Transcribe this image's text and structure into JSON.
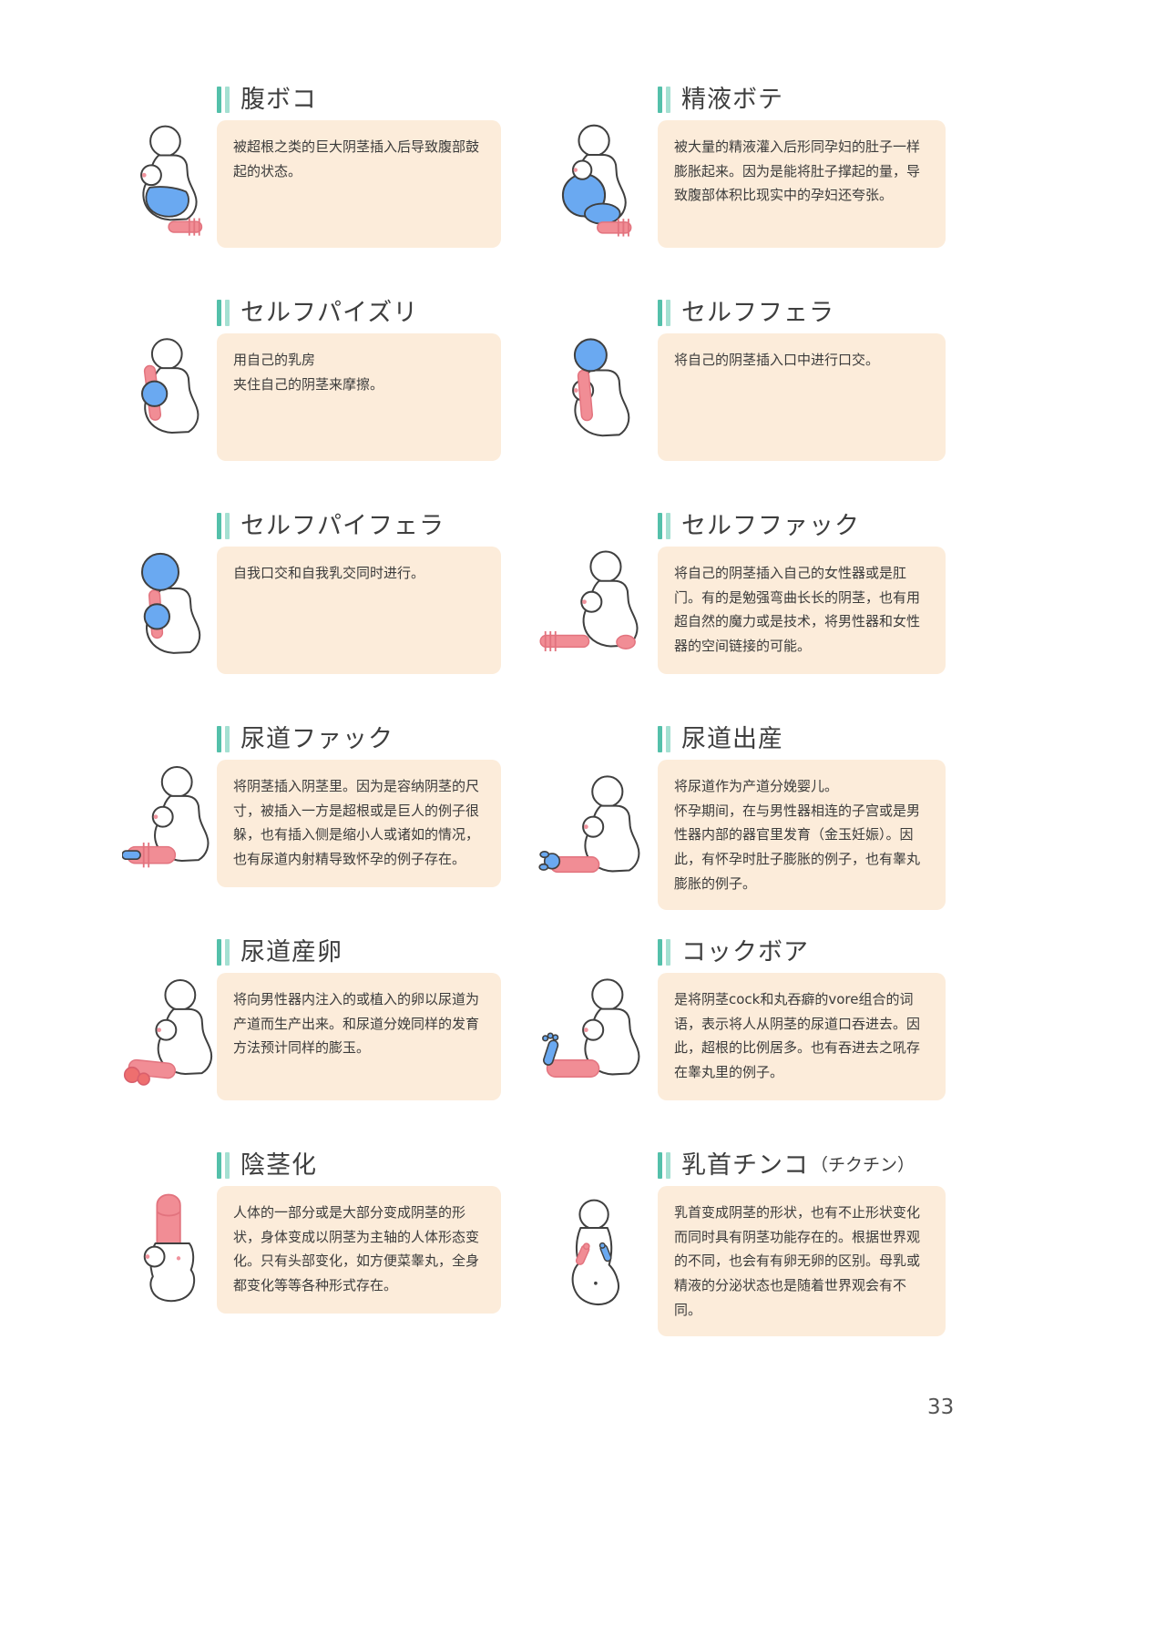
{
  "page": {
    "number": "33"
  },
  "colors": {
    "box_background": "#fcecda",
    "accent_teal_dark": "#54c0aa",
    "accent_teal_light": "#a5e0d2",
    "figure_blue": "#6aa9f1",
    "figure_pink": "#f18d95",
    "title_text": "#3e3e3e",
    "body_text": "#3b3b3b"
  },
  "entries": [
    {
      "title": "腹ボコ",
      "figure": "belly-bulge-figure",
      "desc": "被超根之类的巨大阴茎插入后导致腹部鼓起的状态。"
    },
    {
      "title": "精液ボテ",
      "figure": "cum-inflation-figure",
      "desc": "被大量的精液灌入后形同孕妇的肚子一样膨胀起来。因为是能将肚子撑起的量，导致腹部体积比现实中的孕妇还夸张。"
    },
    {
      "title": "セルフパイズリ",
      "figure": "self-paizuri-figure",
      "desc": "用自己的乳房\n夹住自己的阴茎来摩擦。"
    },
    {
      "title": "セルフフェラ",
      "figure": "self-fellatio-figure",
      "desc": "将自己的阴茎插入口中进行口交。"
    },
    {
      "title": "セルフパイフェラ",
      "figure": "self-paizuri-fellatio-figure",
      "desc": "自我口交和自我乳交同时进行。"
    },
    {
      "title": "セルフファック",
      "figure": "self-fuck-figure",
      "desc": "将自己的阴茎插入自己的女性器或是肛门。有的是勉强弯曲长长的阴茎，也有用超自然的魔力或是技术，将男性器和女性器的空间链接的可能。"
    },
    {
      "title": "尿道ファック",
      "figure": "urethra-fuck-figure",
      "desc": "将阴茎插入阴茎里。因为是容纳阴茎的尺寸，被插入一方是超根或是巨人的例子很躲，也有插入侧是缩小人或诸如的情况，也有尿道内射精导致怀孕的例子存在。"
    },
    {
      "title": "尿道出産",
      "figure": "urethra-birth-figure",
      "desc": "将尿道作为产道分娩婴儿。\n怀孕期间，在与男性器相连的子宫或是男性器内部的器官里发育（金玉妊娠）。因此，有怀孕时肚子膨胀的例子，也有睾丸膨胀的例子。"
    },
    {
      "title": "尿道産卵",
      "figure": "urethra-egg-laying-figure",
      "desc": "将向男性器内注入的或植入的卵以尿道为产道而生产出来。和尿道分娩同样的发育方法预计同样的膨玉。"
    },
    {
      "title": "コックボア",
      "figure": "cock-vore-figure",
      "desc": "是将阴茎cock和丸吞癖的vore组合的词语，表示将人从阴茎的尿道口吞进去。因此，超根的比例居多。也有吞进去之吼存在睾丸里的例子。"
    },
    {
      "title": "陰茎化",
      "figure": "penis-transformation-figure",
      "desc": "人体的一部分或是大部分变成阴茎的形状，身体变成以阴茎为主轴的人体形态变化。只有头部变化，如方便菜睾丸，全身都变化等等各种形式存在。"
    },
    {
      "title": "乳首チンコ",
      "title_suffix": "（チクチン）",
      "figure": "nipple-penis-figure",
      "desc": "乳首变成阴茎的形状，也有不止形状变化而同时具有阴茎功能存在的。根据世界观的不同，也会有有卵无卵的区别。母乳或精液的分泌状态也是随着世界观会有不同。"
    }
  ]
}
